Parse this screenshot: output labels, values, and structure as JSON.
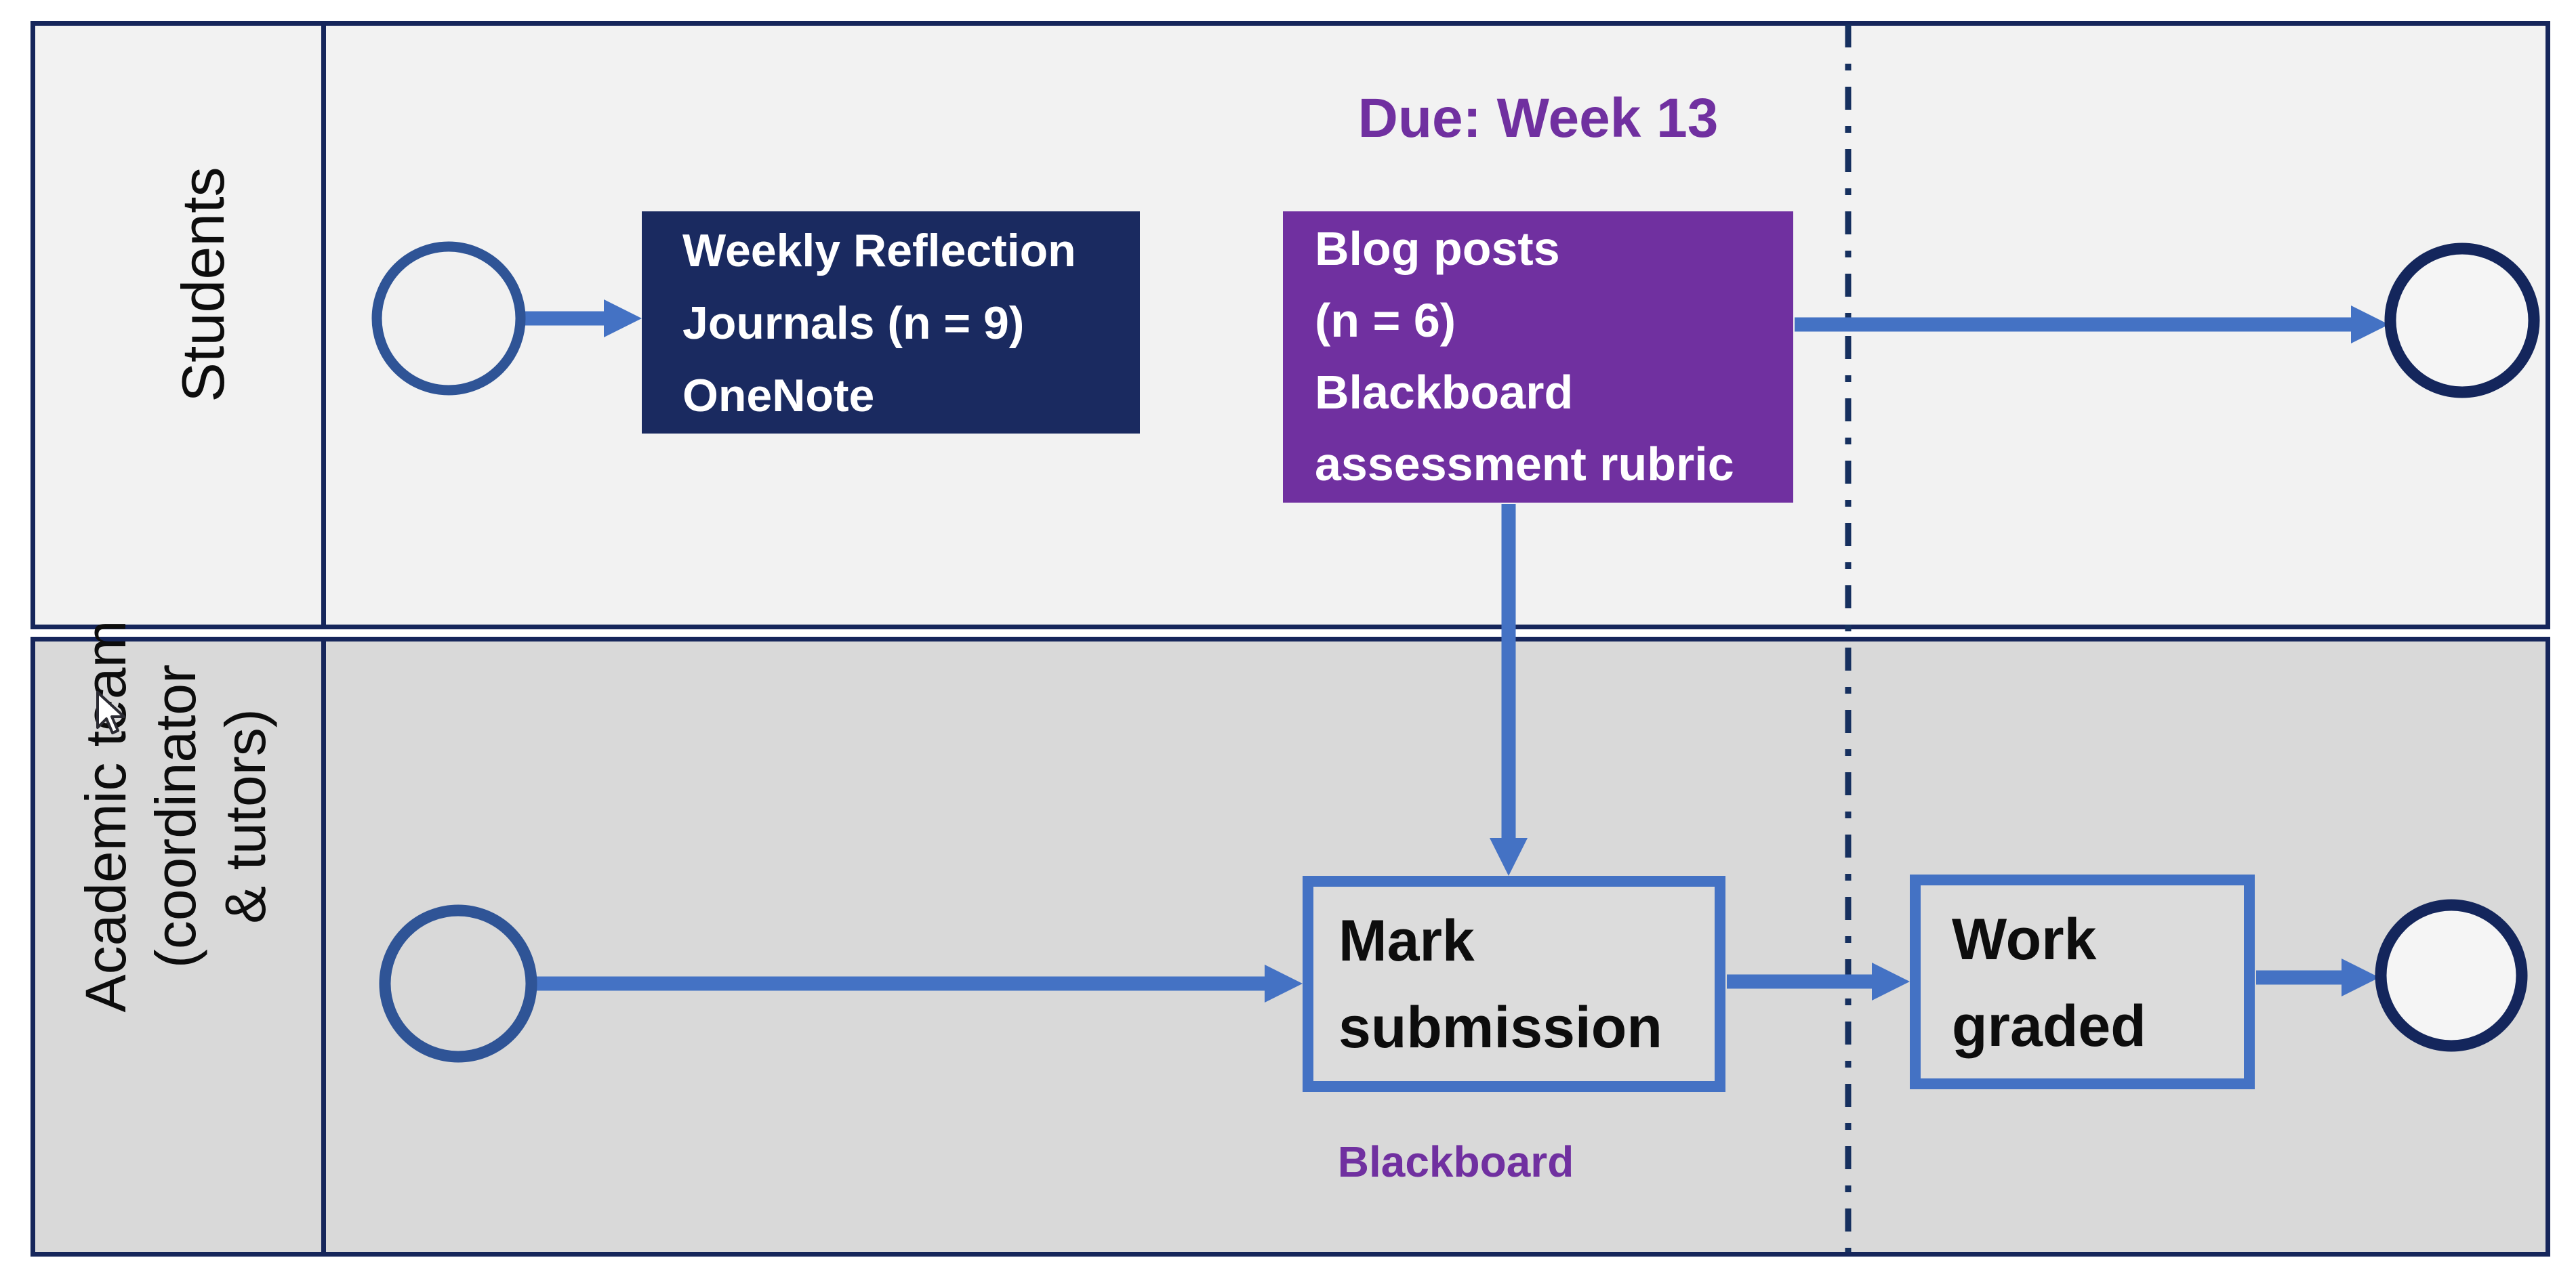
{
  "lanes": {
    "students": {
      "label": "Students"
    },
    "academic": {
      "label": "Academic team\n(coordinator\n& tutors)"
    }
  },
  "boxes": {
    "weekly": {
      "text": "Weekly Reflection\nJournals (n = 9)\nOneNote"
    },
    "blog": {
      "text": "Blog posts\n(n = 6)\nBlackboard\nassessment rubric"
    },
    "mark": {
      "text": "Mark\nsubmission"
    },
    "work": {
      "text": "Work\ngraded"
    }
  },
  "annotations": {
    "due": "Due: Week 13",
    "blackboard": "Blackboard"
  },
  "icons": {
    "cursor": "mouse-pointer-icon",
    "start_events": "start-event-circle",
    "end_events": "end-event-circle"
  },
  "colors": {
    "lane_border_navy": "#16265B",
    "students_lane_fill": "#F2F2F2",
    "academic_lane_fill": "#D9D9D9",
    "weekly_box_fill": "#1A2A60",
    "blog_box_fill": "#7030A0",
    "annotation_purple": "#7030A0",
    "arrow_blue": "#4472C4",
    "start_circle_blue": "#2F5496",
    "end_circle_navy": "#14265C",
    "task_box_text_white": "#FFFFFF",
    "task_box_text_black": "#0D0D0D"
  }
}
